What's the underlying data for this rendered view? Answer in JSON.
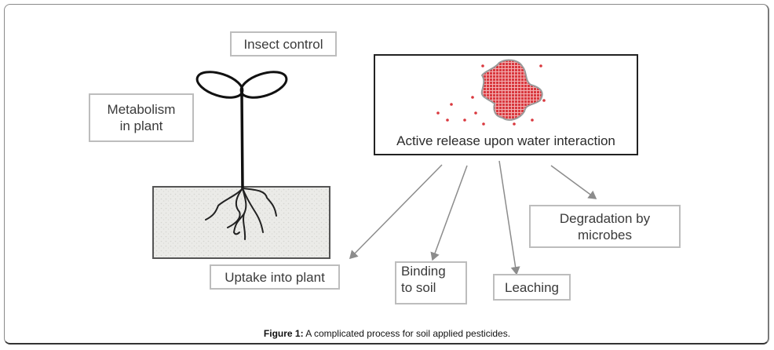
{
  "figure": {
    "caption_label": "Figure 1:",
    "caption_text": " A complicated process for soil applied pesticides."
  },
  "labels": {
    "insect_control": "Insect control",
    "metabolism_line1": "Metabolism",
    "metabolism_line2": "in plant",
    "active_release": "Active release upon water interaction",
    "uptake": "Uptake into plant",
    "binding_line1": "Binding",
    "binding_line2": "to soil",
    "leaching": "Leaching",
    "degradation_line1": "Degradation by",
    "degradation_line2": "microbes"
  },
  "colors": {
    "pesticide_red": "#d9383e",
    "soil_fill": "#e9e9e6",
    "arrow_gray": "#8c8c8c"
  }
}
